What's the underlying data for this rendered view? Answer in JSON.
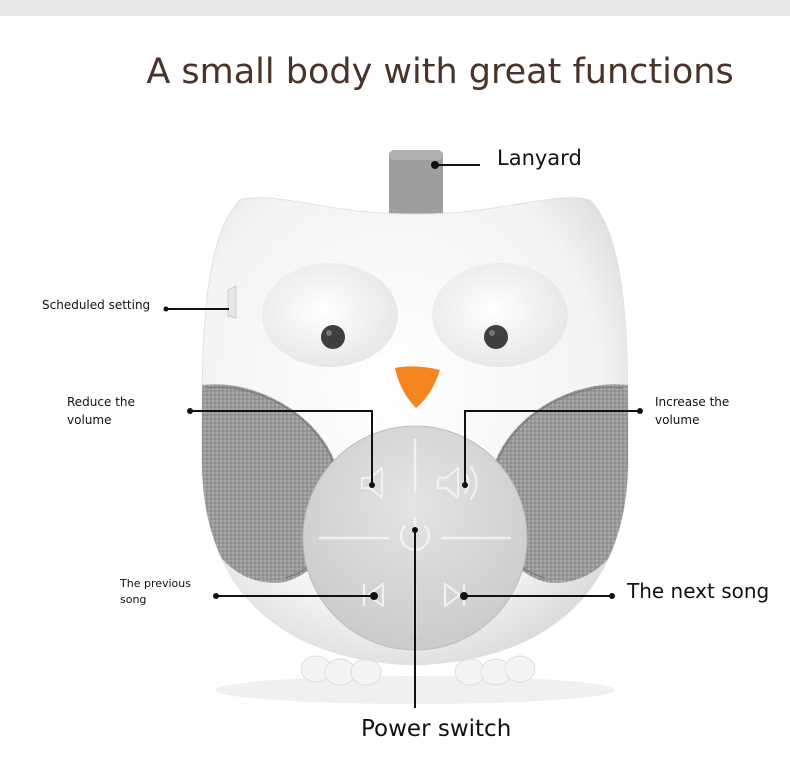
{
  "title": "A small body with great functions",
  "labels": {
    "lanyard": "Lanyard",
    "scheduled_setting": "Scheduled setting",
    "reduce_volume": [
      "Reduce the",
      "volume"
    ],
    "increase_volume": [
      "Increase the",
      "volume"
    ],
    "previous_song": [
      "The previous",
      "song"
    ],
    "next_song": "The next song",
    "power_switch": "Power switch"
  },
  "colors": {
    "title": "#4a3328",
    "beak": "#f5861f",
    "fabric": "#9a9a9a",
    "lanyard": "#9e9e9e",
    "body": "#f7f7f7"
  }
}
